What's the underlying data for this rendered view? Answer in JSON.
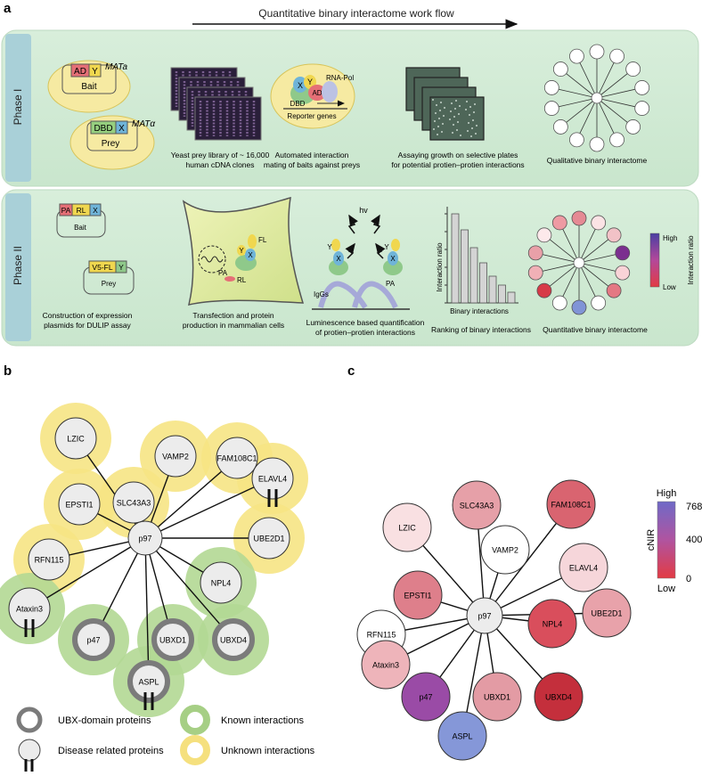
{
  "panel_a": {
    "letter": "a",
    "workflow_title": "Quantitative binary interactome work flow",
    "phase1": {
      "label": "Phase I",
      "mat_a": "MATa",
      "mat_alpha": "MATα",
      "ad": "AD",
      "y": "Y",
      "bait": "Bait",
      "dbd": "DBD",
      "x": "X",
      "prey": "Prey",
      "rna_pol": "RNA-Pol",
      "reporter_genes": "Reporter genes",
      "cap1a": "Yeast prey library of ~ 16,000",
      "cap1b": "human cDNA clones",
      "cap2a": "Automated interaction",
      "cap2b": "mating of baits against preys",
      "cap3a": "Assaying growth on selective plates",
      "cap3b": "for potential protien–protien interactions",
      "cap4": "Qualitative binary interactome"
    },
    "phase2": {
      "label": "Phase II",
      "pa": "PA",
      "rl": "RL",
      "x": "X",
      "bait": "Bait",
      "v5fl": "V5-FL",
      "y": "Y",
      "prey": "Prey",
      "fl": "FL",
      "hv": "hv",
      "iggs": "IgGs",
      "interaction_ratio": "Interaction ratio",
      "binary_interactions": "Binary interactions",
      "high": "High",
      "low": "Low",
      "legend_title": "Interaction ratio",
      "cap1a": "Construction of expression",
      "cap1b": "plasmids for DULIP assay",
      "cap2a": "Transfection and protein",
      "cap2b": "production in mammalian cells",
      "cap3a": "Luminescence based quantification",
      "cap3b": "of protien–protien interactions",
      "cap4": "Ranking of binary interactions",
      "cap5": "Quantitative binary interactome",
      "bar_values": [
        1.0,
        0.82,
        0.62,
        0.45,
        0.3,
        0.2,
        0.12
      ]
    }
  },
  "panel_b": {
    "letter": "b",
    "hub": "p97",
    "nodes": [
      {
        "label": "SLC43A3",
        "ring": "unknown",
        "ubx": false,
        "disease": false
      },
      {
        "label": "FAM108C1",
        "ring": "unknown",
        "ubx": false,
        "disease": false
      },
      {
        "label": "LZIC",
        "ring": "unknown",
        "ubx": false,
        "disease": false
      },
      {
        "label": "VAMP2",
        "ring": "unknown",
        "ubx": false,
        "disease": false
      },
      {
        "label": "ELAVL4",
        "ring": "unknown",
        "ubx": false,
        "disease": true
      },
      {
        "label": "EPSTI1",
        "ring": "unknown",
        "ubx": false,
        "disease": false
      },
      {
        "label": "UBE2D1",
        "ring": "unknown",
        "ubx": false,
        "disease": false
      },
      {
        "label": "RFN115",
        "ring": "unknown",
        "ubx": false,
        "disease": false
      },
      {
        "label": "NPL4",
        "ring": "known",
        "ubx": false,
        "disease": false
      },
      {
        "label": "Ataxin3",
        "ring": "known",
        "ubx": false,
        "disease": true
      },
      {
        "label": "p47",
        "ring": "known",
        "ubx": true,
        "disease": false
      },
      {
        "label": "UBXD1",
        "ring": "known",
        "ubx": true,
        "disease": false
      },
      {
        "label": "UBXD4",
        "ring": "known",
        "ubx": true,
        "disease": false
      },
      {
        "label": "ASPL",
        "ring": "known",
        "ubx": true,
        "disease": true
      }
    ],
    "legend": {
      "ubx": "UBX-domain proteins",
      "known": "Known interactions",
      "disease": "Disease related proteins",
      "unknown": "Unknown interactions"
    }
  },
  "panel_c": {
    "letter": "c",
    "hub": "p97",
    "nodes": [
      {
        "label": "SLC43A3",
        "color": "#e6a0a8"
      },
      {
        "label": "FAM108C1",
        "color": "#d96470"
      },
      {
        "label": "LZIC",
        "color": "#f9e0e2"
      },
      {
        "label": "VAMP2",
        "color": "#ffffff"
      },
      {
        "label": "ELAVL4",
        "color": "#f6d6da"
      },
      {
        "label": "EPSTI1",
        "color": "#de7f8b"
      },
      {
        "label": "UBE2D1",
        "color": "#e8a2aa"
      },
      {
        "label": "RFN115",
        "color": "#ffffff"
      },
      {
        "label": "NPL4",
        "color": "#d94e5c"
      },
      {
        "label": "Ataxin3",
        "color": "#eeb4ba"
      },
      {
        "label": "p47",
        "color": "#9a4ba6"
      },
      {
        "label": "UBXD1",
        "color": "#e39ba4"
      },
      {
        "label": "UBXD4",
        "color": "#c42f3c"
      },
      {
        "label": "ASPL",
        "color": "#8597d8"
      }
    ],
    "colorbar": {
      "high": "High",
      "low": "Low",
      "label": "cNIR",
      "ticks": [
        "768",
        "400",
        "0"
      ]
    }
  }
}
